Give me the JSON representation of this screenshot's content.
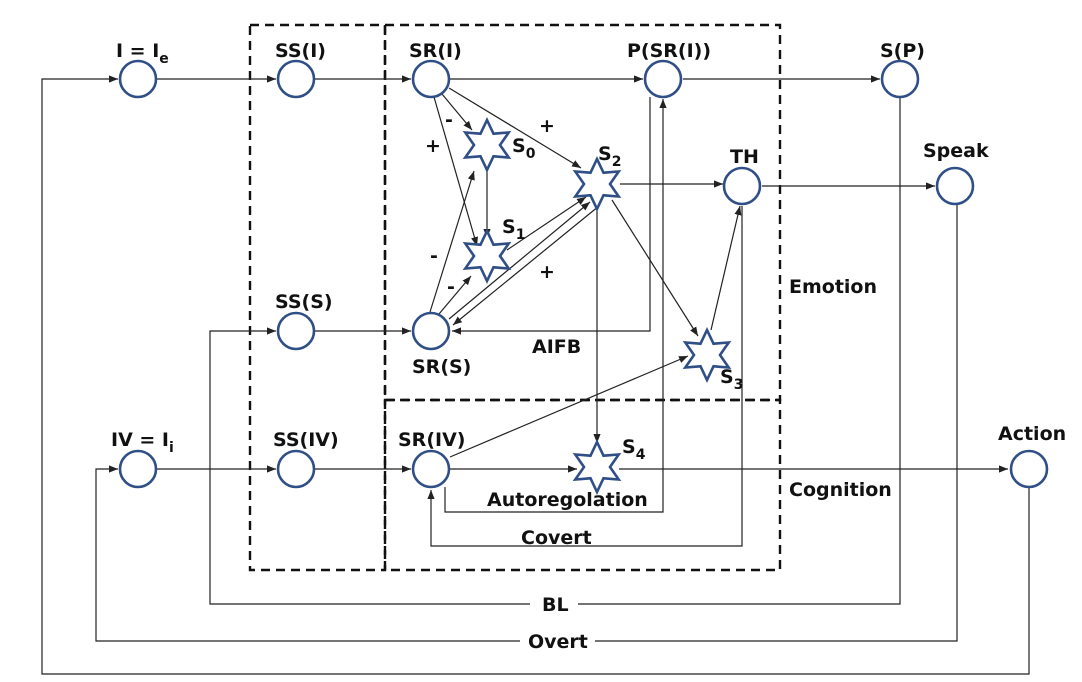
{
  "labels": {
    "ie_main": "I = I",
    "ie_sub": "e",
    "iv_main": "IV = I",
    "iv_sub": "i",
    "ss_i": "SS(I)",
    "ss_s": "SS(S)",
    "ss_iv": "SS(IV)",
    "sr_i": "SR(I)",
    "sr_s": "SR(S)",
    "sr_iv": "SR(IV)",
    "p_sr_i": "P(SR(I))",
    "s_p": "S(P)",
    "th": "TH",
    "speak": "Speak",
    "action": "Action",
    "emotion": "Emotion",
    "cognition": "Cognition",
    "aifb": "AIFB",
    "autoregolation": "Autoregolation",
    "covert": "Covert",
    "bl": "BL",
    "overt": "Overt",
    "s0": "S",
    "s0_sub": "0",
    "s1": "S",
    "s1_sub": "1",
    "s2": "S",
    "s2_sub": "2",
    "s3": "S",
    "s3_sub": "3",
    "s4": "S",
    "s4_sub": "4",
    "plus": "+",
    "minus": "-"
  },
  "colors": {
    "node_stroke": "#2f4f86",
    "line": "#222222",
    "text": "#111111"
  }
}
